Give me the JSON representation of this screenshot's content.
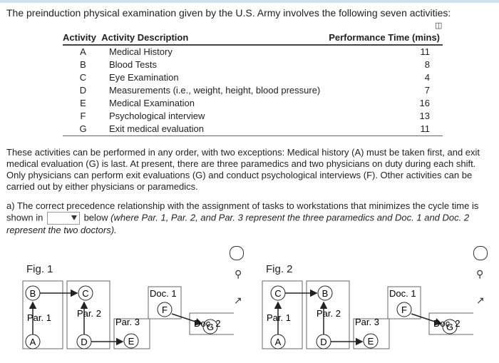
{
  "intro": "The preinduction physical examination given by the U.S. Army involves the following seven activities:",
  "table": {
    "headers": [
      "Activity",
      "Activity Description",
      "Performance Time (mins)"
    ],
    "rows": [
      {
        "code": "A",
        "desc": "Medical History",
        "time": "11"
      },
      {
        "code": "B",
        "desc": "Blood Tests",
        "time": "8"
      },
      {
        "code": "C",
        "desc": "Eye Examination",
        "time": "4"
      },
      {
        "code": "D",
        "desc": "Measurements (i.e., weight, height, blood pressure)",
        "time": "7"
      },
      {
        "code": "E",
        "desc": "Medical Examination",
        "time": "16"
      },
      {
        "code": "F",
        "desc": "Psychological interview",
        "time": "13"
      },
      {
        "code": "G",
        "desc": "Exit medical evaluation",
        "time": "11"
      }
    ]
  },
  "paragraph": "These activities can be performed in any order, with two exceptions: Medical history (A) must be taken first, and exit medical evaluation (G) is last. At present, there are three paramedics and two physicians on duty during each shift. Only physicians can perform exit evaluations (G) and conduct psychological interviews (F). Other activities can be carried out by either physicians or paramedics.",
  "question": {
    "line1": "a) The correct precedence relationship with the assignment of tasks to workstations that minimizes the cycle time is",
    "shown_in": "shown in",
    "below": "below",
    "italic1": "(where Par. 1, Par. 2, and Par. 3 represent the three paramedics and Doc. 1 and Doc. 2",
    "italic2": "represent the two doctors)."
  },
  "fig1": {
    "label": "Fig. 1",
    "nodes": [
      "B",
      "C",
      "A",
      "D",
      "E",
      "F",
      "G"
    ],
    "stations": [
      "Par. 1",
      "Par. 2",
      "Par. 3",
      "Doc. 1",
      "Doc. 2"
    ]
  },
  "fig2": {
    "label": "Fig. 2",
    "nodes": [
      "C",
      "B",
      "A",
      "D",
      "E",
      "F",
      "G"
    ],
    "stations": [
      "Par. 1",
      "Par. 2",
      "Par. 3",
      "Doc. 1",
      "Doc. 2"
    ]
  }
}
